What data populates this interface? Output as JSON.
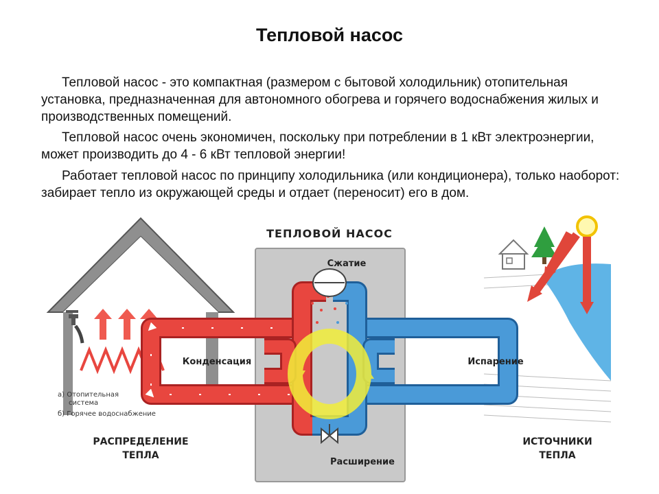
{
  "title": "Тепловой насос",
  "paragraphs": [
    "Тепловой насос - это компактная (размером с бытовой холодильник) отопительная установка, предназначенная для автономного обогрева и горячего водоснабжения жилых и производственных помещений.",
    "Тепловой насос очень экономичен, поскольку при потреблении в 1 кВт электроэнергии,  может производить до 4 - 6 кВт тепловой энергии!",
    "Работает тепловой насос по принципу холодильника (или кондиционера), только наоборот: забирает тепло из окружающей среды и отдает (переносит) его в дом."
  ],
  "diagram": {
    "unit_title": "ТЕПЛОВОЙ НАСОС",
    "compression": "Сжатие",
    "condensation": "Конденсация",
    "evaporation": "Испарение",
    "expansion": "Расширение",
    "legend_a_line1": "а) Отопительная",
    "legend_a_line2": "система",
    "legend_b": "б) Горячее водоснабжение",
    "distribution_line1": "РАСПРЕДЕЛЕНИЕ",
    "distribution_line2": "ТЕПЛА",
    "sources_line1": "ИСТОЧНИКИ",
    "sources_line2": "ТЕПЛА"
  },
  "colors": {
    "hot": "#e8463f",
    "cold": "#4a9ad8",
    "cycle": "#f2ee3a",
    "unit": "#c9c9c9"
  }
}
